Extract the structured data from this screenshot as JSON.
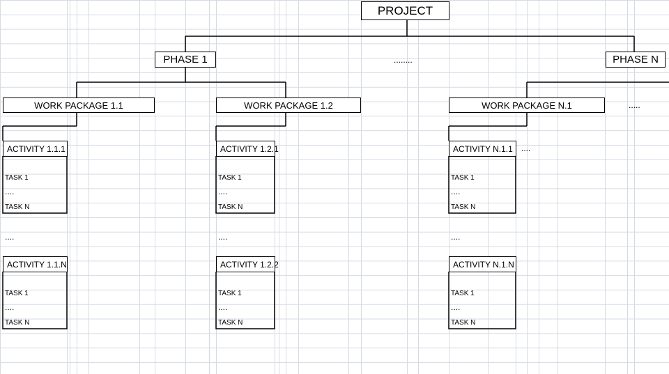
{
  "project": "PROJECT",
  "phases": [
    "PHASE 1",
    "PHASE N"
  ],
  "phase_ellipsis": "........",
  "work_packages": [
    "WORK PACKAGE 1.1",
    "WORK PACKAGE 1.2",
    "WORK PACKAGE N.1"
  ],
  "wp_ellipsis": ".....",
  "columns": [
    {
      "activities": [
        {
          "title": "ACTIVITY 1.1.1",
          "tasks": [
            "TASK 1",
            "....",
            "TASK N"
          ]
        },
        {
          "title": "ACTIVITY 1.1.N",
          "tasks": [
            "TASK 1",
            "....",
            "TASK N"
          ]
        }
      ],
      "separator": "...."
    },
    {
      "activities": [
        {
          "title": "ACTIVITY 1.2.1",
          "tasks": [
            "TASK 1",
            "....",
            "TASK N"
          ]
        },
        {
          "title": "ACTIVITY 1.2.2",
          "tasks": [
            "TASK 1",
            "....",
            "TASK N"
          ]
        }
      ],
      "separator": "...."
    },
    {
      "activities": [
        {
          "title": "ACTIVITY N.1.1",
          "tasks": [
            "TASK 1",
            "....",
            "TASK N"
          ]
        },
        {
          "title": "ACTIVITY N.1.N",
          "tasks": [
            "TASK 1",
            "....",
            "TASK N"
          ]
        }
      ],
      "separator": "...."
    }
  ],
  "activity_ellipsis": "....",
  "colors": {
    "grid": "#d5dae3",
    "line": "#000000",
    "background": "#ffffff"
  }
}
